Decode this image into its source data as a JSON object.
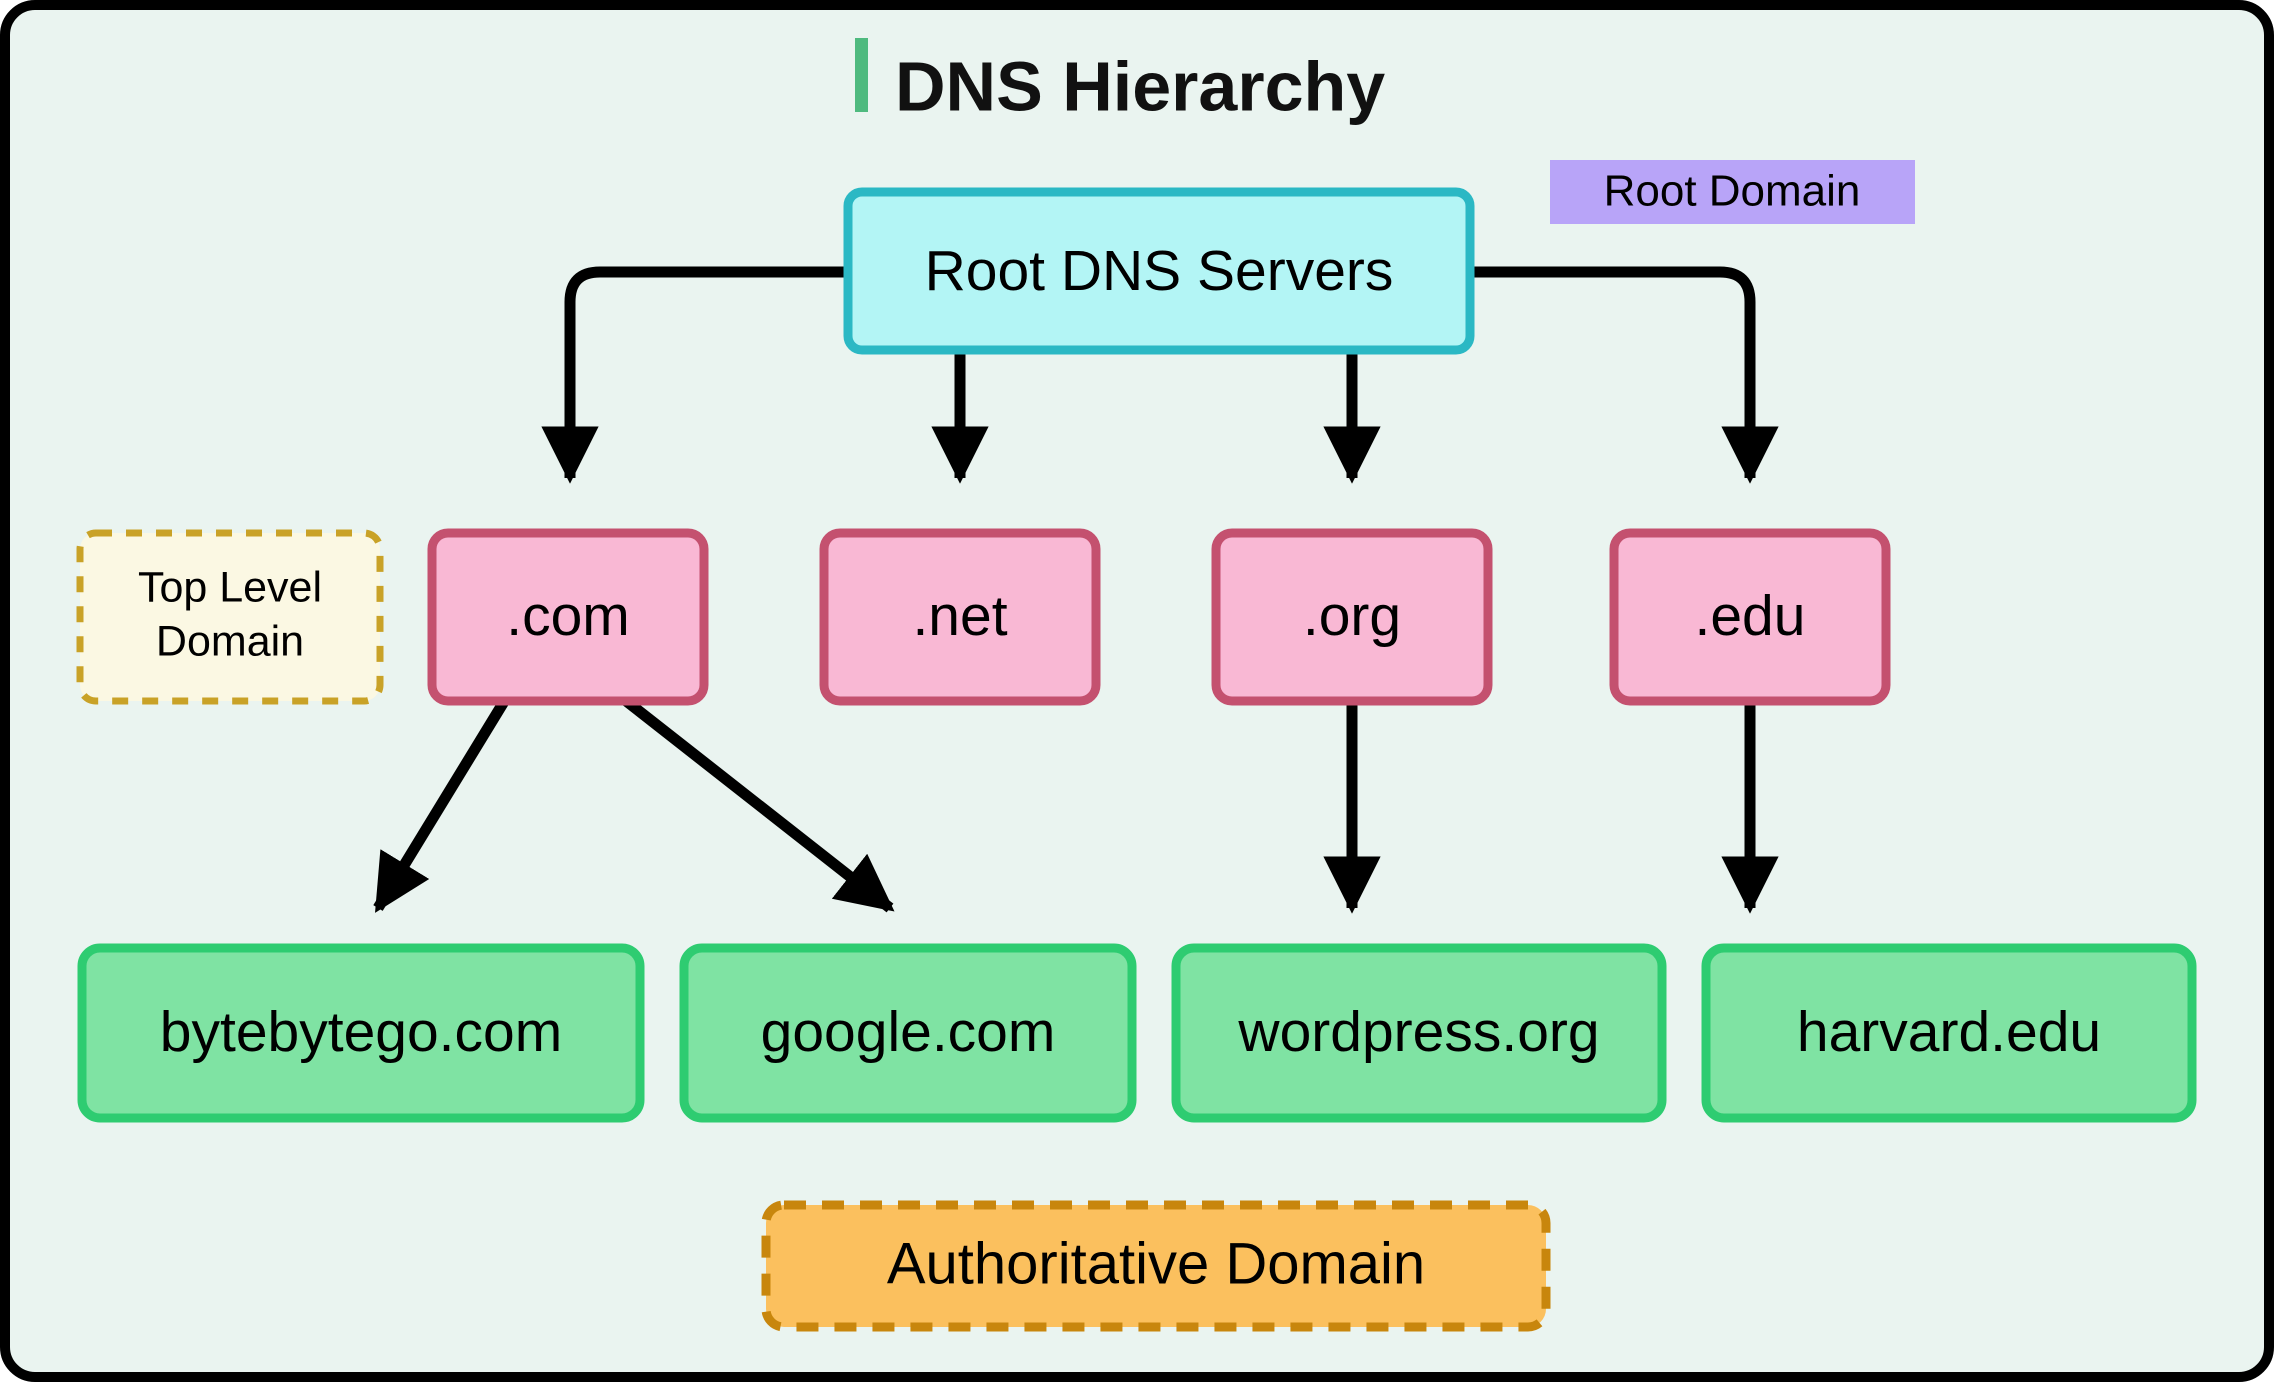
{
  "page": {
    "title": "DNS Hierarchy",
    "background_color": "#eaf4f0",
    "frame_border_color": "#000000",
    "title_accent_color": "#4fba7f"
  },
  "legends": {
    "root_domain": {
      "label": "Root Domain",
      "fill": "#b8a4f8",
      "text_color": "#000000"
    },
    "top_level_domain": {
      "label_line1": "Top Level",
      "label_line2": "Domain",
      "fill": "#fbf8e3",
      "border": "#c9a227"
    },
    "authoritative_domain": {
      "label": "Authoritative Domain",
      "fill": "#fbc05e",
      "border": "#c8860d"
    }
  },
  "nodes": {
    "root": {
      "label": "Root DNS Servers",
      "fill": "#b3f5f5",
      "border": "#2bb8c4"
    },
    "tld": [
      {
        "label": ".com",
        "fill": "#f9b8d4",
        "border": "#c4516f"
      },
      {
        "label": ".net",
        "fill": "#f9b8d4",
        "border": "#c4516f"
      },
      {
        "label": ".org",
        "fill": "#f9b8d4",
        "border": "#c4516f"
      },
      {
        "label": ".edu",
        "fill": "#f9b8d4",
        "border": "#c4516f"
      }
    ],
    "authoritative": [
      {
        "label": "bytebytego.com",
        "fill": "#7fe3a3",
        "border": "#2ecc71"
      },
      {
        "label": "google.com",
        "fill": "#7fe3a3",
        "border": "#2ecc71"
      },
      {
        "label": "wordpress.org",
        "fill": "#7fe3a3",
        "border": "#2ecc71"
      },
      {
        "label": "harvard.edu",
        "fill": "#7fe3a3",
        "border": "#2ecc71"
      }
    ]
  },
  "edges": [
    {
      "from": "root",
      "to": ".com",
      "style": "elbow-left"
    },
    {
      "from": "root",
      "to": ".net",
      "style": "straight"
    },
    {
      "from": "root",
      "to": ".org",
      "style": "straight"
    },
    {
      "from": "root",
      "to": ".edu",
      "style": "elbow-right"
    },
    {
      "from": ".com",
      "to": "bytebytego.com",
      "style": "diagonal"
    },
    {
      "from": ".com",
      "to": "google.com",
      "style": "diagonal"
    },
    {
      "from": ".org",
      "to": "wordpress.org",
      "style": "straight"
    },
    {
      "from": ".edu",
      "to": "harvard.edu",
      "style": "straight"
    }
  ]
}
